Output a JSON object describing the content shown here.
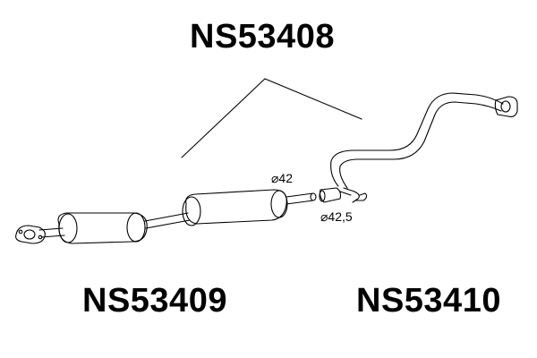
{
  "parts": {
    "top_label": "NS53408",
    "left_label": "NS53409",
    "right_label": "NS53410"
  },
  "dimensions": {
    "diameter_1": "⌀42",
    "diameter_2": "⌀42,5"
  },
  "colors": {
    "line": "#000000",
    "background": "#ffffff"
  }
}
